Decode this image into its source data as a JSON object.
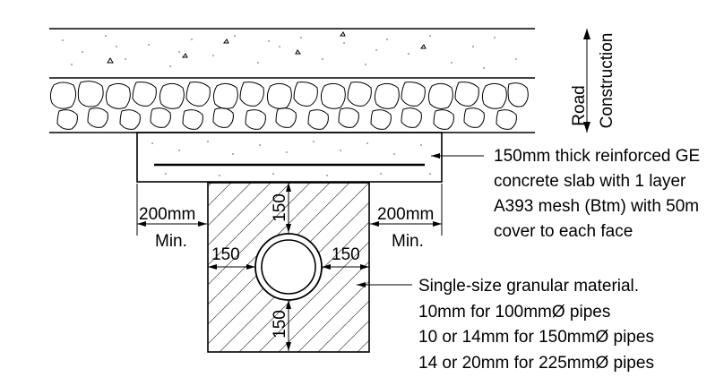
{
  "road_label_line1": "Road",
  "road_label_line2": "Construction",
  "slab_note": {
    "line1": "150mm thick reinforced GE",
    "line2": "concrete slab with 1 layer",
    "line3": "A393 mesh (Btm) with 50m",
    "line4": "cover to each face"
  },
  "granular_note": {
    "line1": "Single-size granular material.",
    "line2": "10mm for 100mmØ pipes",
    "line3": "10 or 14mm for 150mmØ pipes",
    "line4": "14 or 20mm for 225mmØ pipes"
  },
  "dims": {
    "left_extent": "200mm",
    "left_extent_min": "Min.",
    "right_extent": "200mm",
    "right_extent_min": "Min.",
    "top_cover": "150",
    "bottom_cover": "150",
    "left_side": "150",
    "right_side": "150"
  }
}
